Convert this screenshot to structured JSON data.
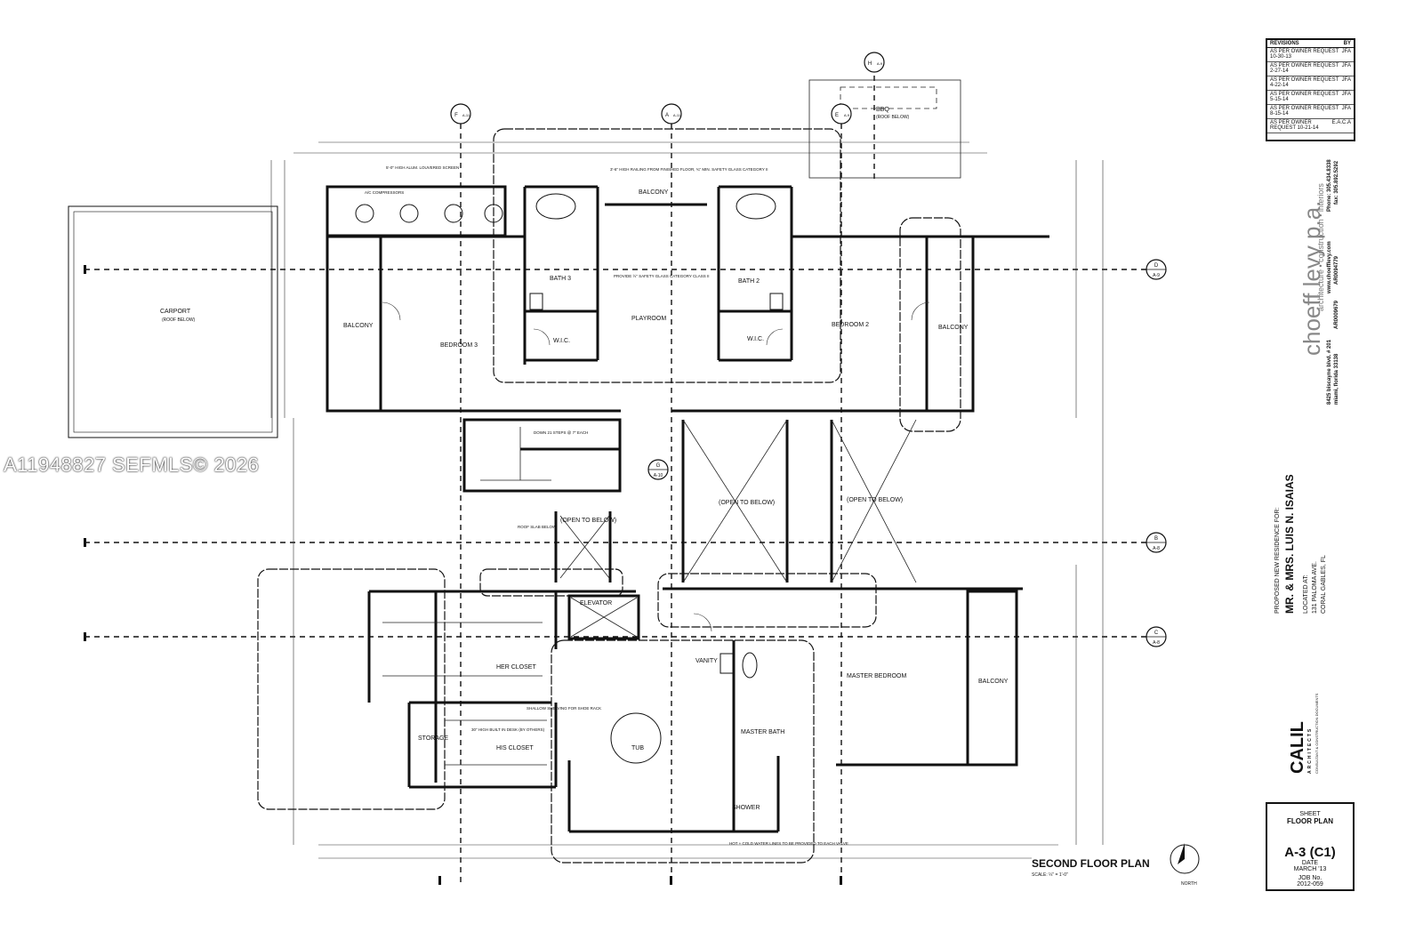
{
  "watermark": "A11948827  SEFMLS© 2026",
  "plan": {
    "title": "SECOND FLOOR PLAN",
    "scale": "SCALE: ¼\" = 1'-0\"",
    "north": "NORTH",
    "rooms": {
      "carport": "CARPORT",
      "carport_note": "(ROOF BELOW)",
      "balcony_left": "BALCONY",
      "bedroom3": "BEDROOM 3",
      "bath3": "BATH 3",
      "wic_left": "W.I.C.",
      "balcony_top": "BALCONY",
      "playroom": "PLAYROOM",
      "bath2": "BATH 2",
      "wic_right": "W.I.C.",
      "bedroom2": "BEDROOM 2",
      "balcony_right": "BALCONY",
      "bbq": "BBQ",
      "bbq_note": "(ROOF BELOW)",
      "open_below_1": "(OPEN TO BELOW)",
      "open_below_2": "(OPEN TO BELOW)",
      "open_below_3": "(OPEN TO BELOW)",
      "elevator": "ELEVATOR",
      "her_closet": "HER CLOSET",
      "his_closet": "HIS CLOSET",
      "storage": "STORAGE",
      "vanity": "VANITY",
      "tub": "TUB",
      "master_bath": "MASTER BATH",
      "shower": "SHOWER",
      "master_bedroom": "MASTER BEDROOM",
      "balcony_master": "BALCONY",
      "ac": "A/C COMPRESSORS",
      "down_steps": "DOWN 21 STEPS @ 7\" EACH"
    },
    "notes": {
      "railing": "3'-6\" HIGH RAILING FROM FINISHED FLOOR, ¾\" MIN. SAFETY GLASS CATEGORY II",
      "screen": "5'-0\" HIGH ALUM. LOUVERED SCREEN",
      "safety": "PROVIDE ½\" SAFETY GLASS CATEGORY CLASS II",
      "shelving": "SHALLOW SHELVING FOR SHOE RACK",
      "roof_slab": "ROOF SLAB BELOW",
      "hot_cold": "HOT + COLD WATER LINES TO BE PROVIDED TO EACH VALVE",
      "built_in": "30\" HIGH BUILT IN DESK (BY OTHERS)"
    },
    "gridlines": {
      "d": "D",
      "d_sheet": "A-9",
      "b": "B",
      "b_sheet": "A-8",
      "c": "C",
      "c_sheet": "A-8",
      "f": "F",
      "f_sheet": "A-11",
      "a": "A",
      "a_sheet": "A-11",
      "e": "E",
      "e_sheet": "A-9",
      "h": "H",
      "h_sheet": "A-9",
      "g": "G",
      "g_sheet": "A-10"
    }
  },
  "revisions": {
    "header": "REVISIONS",
    "by": "BY",
    "rows": [
      {
        "text": "AS PER OWNER REQUEST 10-30-13",
        "by": "JFA"
      },
      {
        "text": "AS PER OWNER REQUEST 2-27-14",
        "by": "JFA"
      },
      {
        "text": "AS PER OWNER REQUEST 4-22-14",
        "by": "JFA"
      },
      {
        "text": "AS PER OWNER REQUEST 5-15-14",
        "by": "JFA"
      },
      {
        "text": "AS PER OWNER REQUEST 8-15-14",
        "by": "JFA"
      },
      {
        "text": "AS PER OWNER REQUEST 10-21-14",
        "by": "E.A.C.A"
      }
    ]
  },
  "firm": {
    "name": "choeff levy p.a.",
    "tagline": "architecture • construction • interiors",
    "address1": "8425 biscayne blvd. # 201",
    "address2": "miami, florida 33138",
    "phone": "Phone: 305.434.8338",
    "fax": "fax: 305.892.5292",
    "web": "www.choefflevy.com",
    "license1": "AR0009679",
    "license2": "AR0094779"
  },
  "project": {
    "proposed": "PROPOSED NEW RESIDENCE FOR:",
    "client": "MR. & MRS. LUIS N. ISAIAS",
    "located": "LOCATED AT:",
    "address": "131 PALOMA AVE.",
    "city": "CORAL GABLES, FL"
  },
  "consultant": {
    "name": "CALIL",
    "sub": "ARCHITECTS",
    "role": "CONSULTANT & CONSTRUCTION DOCUMENTS"
  },
  "sheet": {
    "label": "SHEET",
    "name": "FLOOR PLAN",
    "number": "A-3 (C1)",
    "date_label": "DATE",
    "date": "MARCH '13",
    "job_label": "JOB No.",
    "job": "2012-059"
  }
}
